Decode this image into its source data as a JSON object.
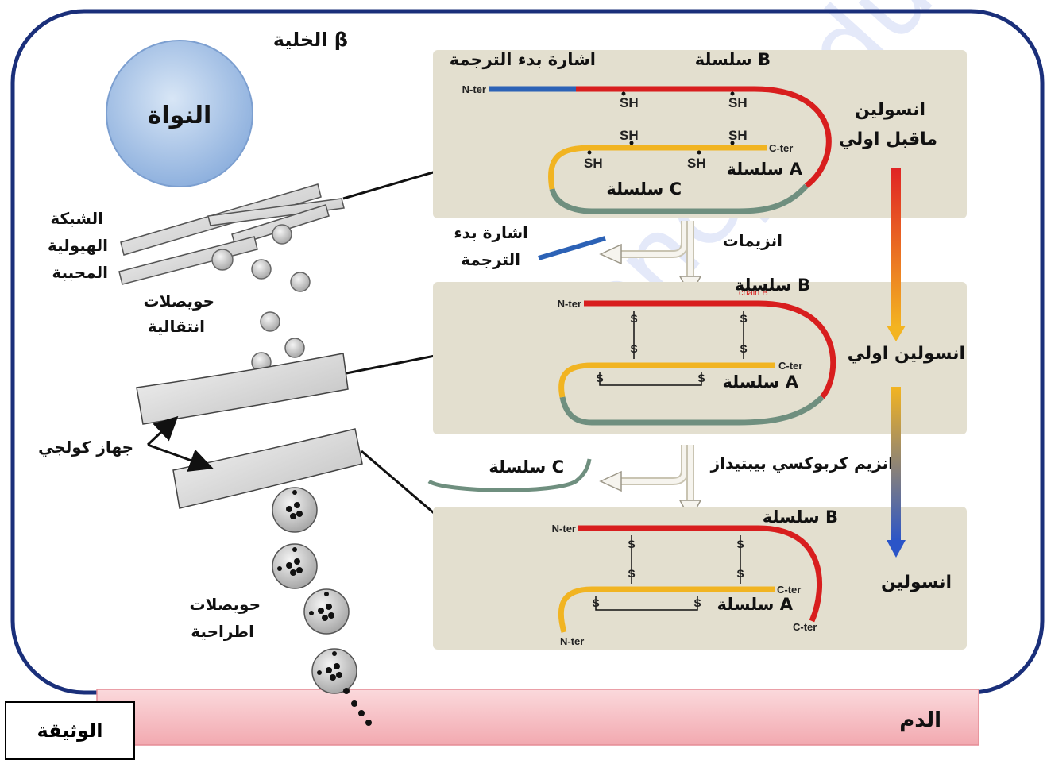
{
  "cell": {
    "title": "الخلية β",
    "nucleus": "النواة"
  },
  "organelles": {
    "rer": [
      "الشبكة",
      "الهيولية",
      "المحببة"
    ],
    "transport_vesicles": [
      "حويصلات",
      "انتقالية"
    ],
    "golgi": "جهاز كولجي",
    "secretory_vesicles": [
      "حويصلات",
      "اطراحية"
    ]
  },
  "blood": "الدم",
  "doc_label": "الوثيقة",
  "panel1": {
    "signal": "اشارة بدء الترجمة",
    "chain_b": "سلسلة B",
    "chain_a": "سلسلة A",
    "chain_c": "سلسلة C",
    "sh": "SH",
    "n_ter": "N-ter",
    "c_ter": "C-ter"
  },
  "step1": {
    "signal": [
      "اشارة بدء",
      "الترجمة"
    ],
    "enzymes": "انزيمات"
  },
  "panel2": {
    "chain_b": "سلسلة B",
    "chain_b_en": "chain B",
    "chain_a": "سلسلة A",
    "s": "S",
    "n_ter": "N-ter",
    "c_ter": "C-ter"
  },
  "step2": {
    "chain_c": "سلسلة C",
    "enzyme": "انزيم كربوكسي بيبتيداز"
  },
  "panel3": {
    "chain_b": "سلسلة B",
    "chain_a": "سلسلة A",
    "s": "S",
    "n_ter_b": "N-ter",
    "n_ter_a": "N-ter",
    "c_ter_a": "C-ter",
    "c_ter_b": "C-ter"
  },
  "stages": {
    "preproinsulin": [
      "انسولين",
      "ماقبل اولي"
    ],
    "proinsulin": "انسولين اولي",
    "insulin": "انسولين"
  },
  "colors": {
    "panel_bg": "#e3dfcf",
    "chain_b": "#d81e1e",
    "chain_a": "#f1b422",
    "chain_c": "#6f8f7f",
    "signal": "#2c62b6",
    "nucleus": "#a7c3e8",
    "blood": "#f7c4c9"
  }
}
